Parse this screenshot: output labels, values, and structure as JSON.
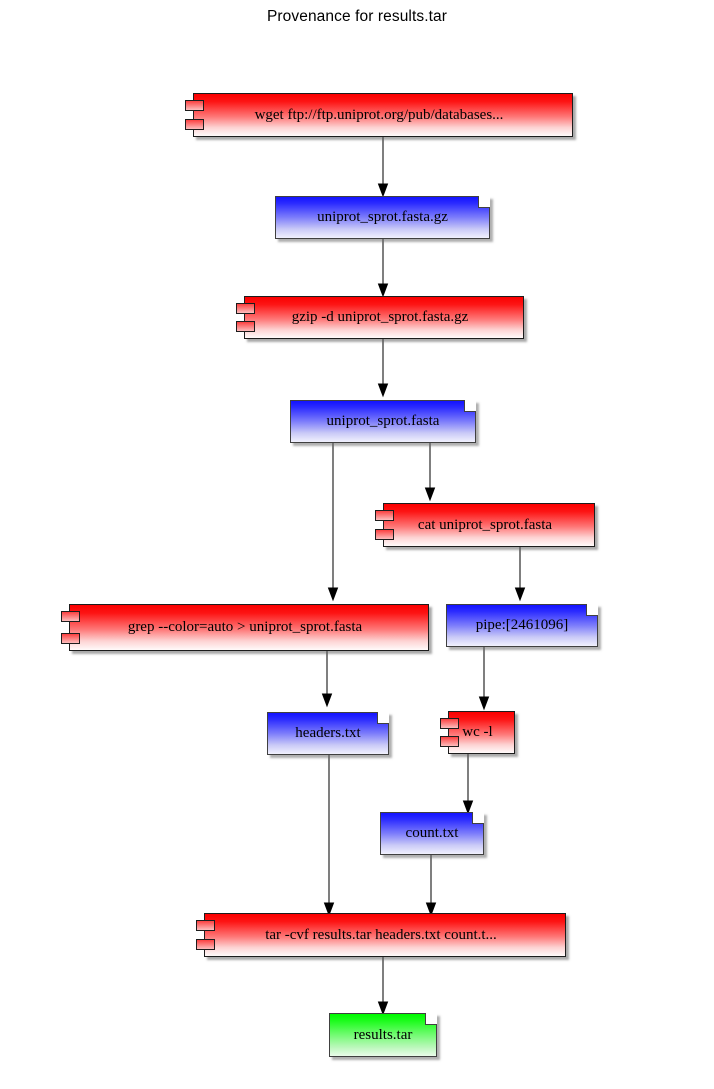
{
  "graph": {
    "title": "Provenance for results.tar",
    "colors": {
      "process_fill_top": "#fa0000",
      "process_fill_bottom": "#fffafa",
      "artifact_fill_top": "#1313ff",
      "artifact_fill_bottom": "#f1f1fd",
      "output_fill_top": "#00f900",
      "output_fill_bottom": "#eafdea",
      "edge": "#3a3a3a",
      "border": "#1c1c1c",
      "background": "#ffffff"
    },
    "nodes": [
      {
        "id": "wget",
        "label": "wget ftp://ftp.uniprot.org/pub/databases...",
        "kind": "process"
      },
      {
        "id": "fastagz",
        "label": "uniprot_sprot.fasta.gz",
        "kind": "artifact"
      },
      {
        "id": "gzip",
        "label": "gzip -d uniprot_sprot.fasta.gz",
        "kind": "process"
      },
      {
        "id": "fasta",
        "label": "uniprot_sprot.fasta",
        "kind": "artifact"
      },
      {
        "id": "cat",
        "label": "cat uniprot_sprot.fasta",
        "kind": "process"
      },
      {
        "id": "grep",
        "label": "grep --color=auto > uniprot_sprot.fasta",
        "kind": "process"
      },
      {
        "id": "pipe",
        "label": "pipe:[2461096]",
        "kind": "artifact"
      },
      {
        "id": "headers",
        "label": "headers.txt",
        "kind": "artifact"
      },
      {
        "id": "wc",
        "label": "wc -l",
        "kind": "process"
      },
      {
        "id": "count",
        "label": "count.txt",
        "kind": "artifact"
      },
      {
        "id": "tar",
        "label": "tar -cvf results.tar headers.txt count.t...",
        "kind": "process"
      },
      {
        "id": "results",
        "label": "results.tar",
        "kind": "output"
      }
    ],
    "edges": [
      {
        "from": "wget",
        "to": "fastagz"
      },
      {
        "from": "fastagz",
        "to": "gzip"
      },
      {
        "from": "gzip",
        "to": "fasta"
      },
      {
        "from": "fasta",
        "to": "cat"
      },
      {
        "from": "fasta",
        "to": "grep"
      },
      {
        "from": "cat",
        "to": "pipe"
      },
      {
        "from": "grep",
        "to": "headers"
      },
      {
        "from": "pipe",
        "to": "wc"
      },
      {
        "from": "wc",
        "to": "count"
      },
      {
        "from": "headers",
        "to": "tar"
      },
      {
        "from": "count",
        "to": "tar"
      },
      {
        "from": "tar",
        "to": "results"
      }
    ]
  }
}
